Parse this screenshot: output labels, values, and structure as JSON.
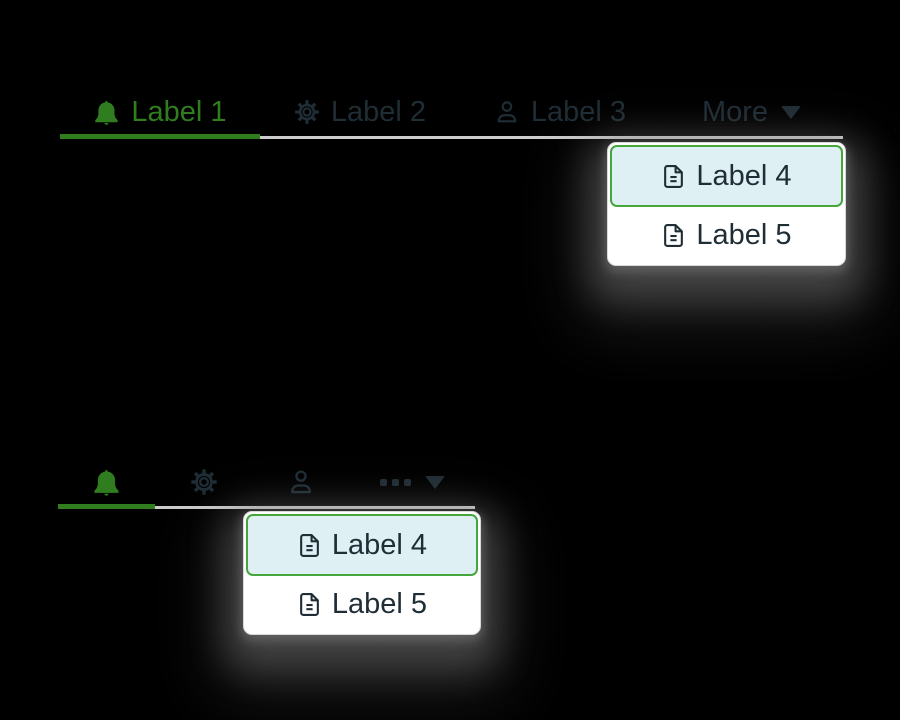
{
  "colors": {
    "background": "#000000",
    "accent_green": "#2f7d1f",
    "selected_border_green": "#46a53c",
    "selected_bg": "#dff0f5",
    "text_dark": "#1f2d35",
    "underline_gray": "#cccccc",
    "panel_bg": "#ffffff",
    "panel_border": "#d8d8d8"
  },
  "text_tabs": {
    "tabs": [
      {
        "label": "Label 1",
        "icon": "bell-icon",
        "state": "active"
      },
      {
        "label": "Label 2",
        "icon": "gear-icon",
        "state": "inactive"
      },
      {
        "label": "Label 3",
        "icon": "user-icon",
        "state": "inactive"
      },
      {
        "label": "More",
        "icon": "caret-down-icon",
        "state": "inactive"
      }
    ],
    "overflow_menu": {
      "items": [
        {
          "label": "Label 4",
          "icon": "file-icon",
          "state": "selected"
        },
        {
          "label": "Label 5",
          "icon": "file-icon",
          "state": "default"
        }
      ]
    }
  },
  "icon_tabs": {
    "tabs": [
      {
        "icon": "bell-icon",
        "state": "active"
      },
      {
        "icon": "gear-icon",
        "state": "inactive"
      },
      {
        "icon": "user-icon",
        "state": "inactive"
      },
      {
        "icon": "ellipsis-icon",
        "state": "inactive"
      }
    ],
    "overflow_menu": {
      "items": [
        {
          "label": "Label 4",
          "icon": "file-icon",
          "state": "selected"
        },
        {
          "label": "Label 5",
          "icon": "file-icon",
          "state": "default"
        }
      ]
    }
  }
}
